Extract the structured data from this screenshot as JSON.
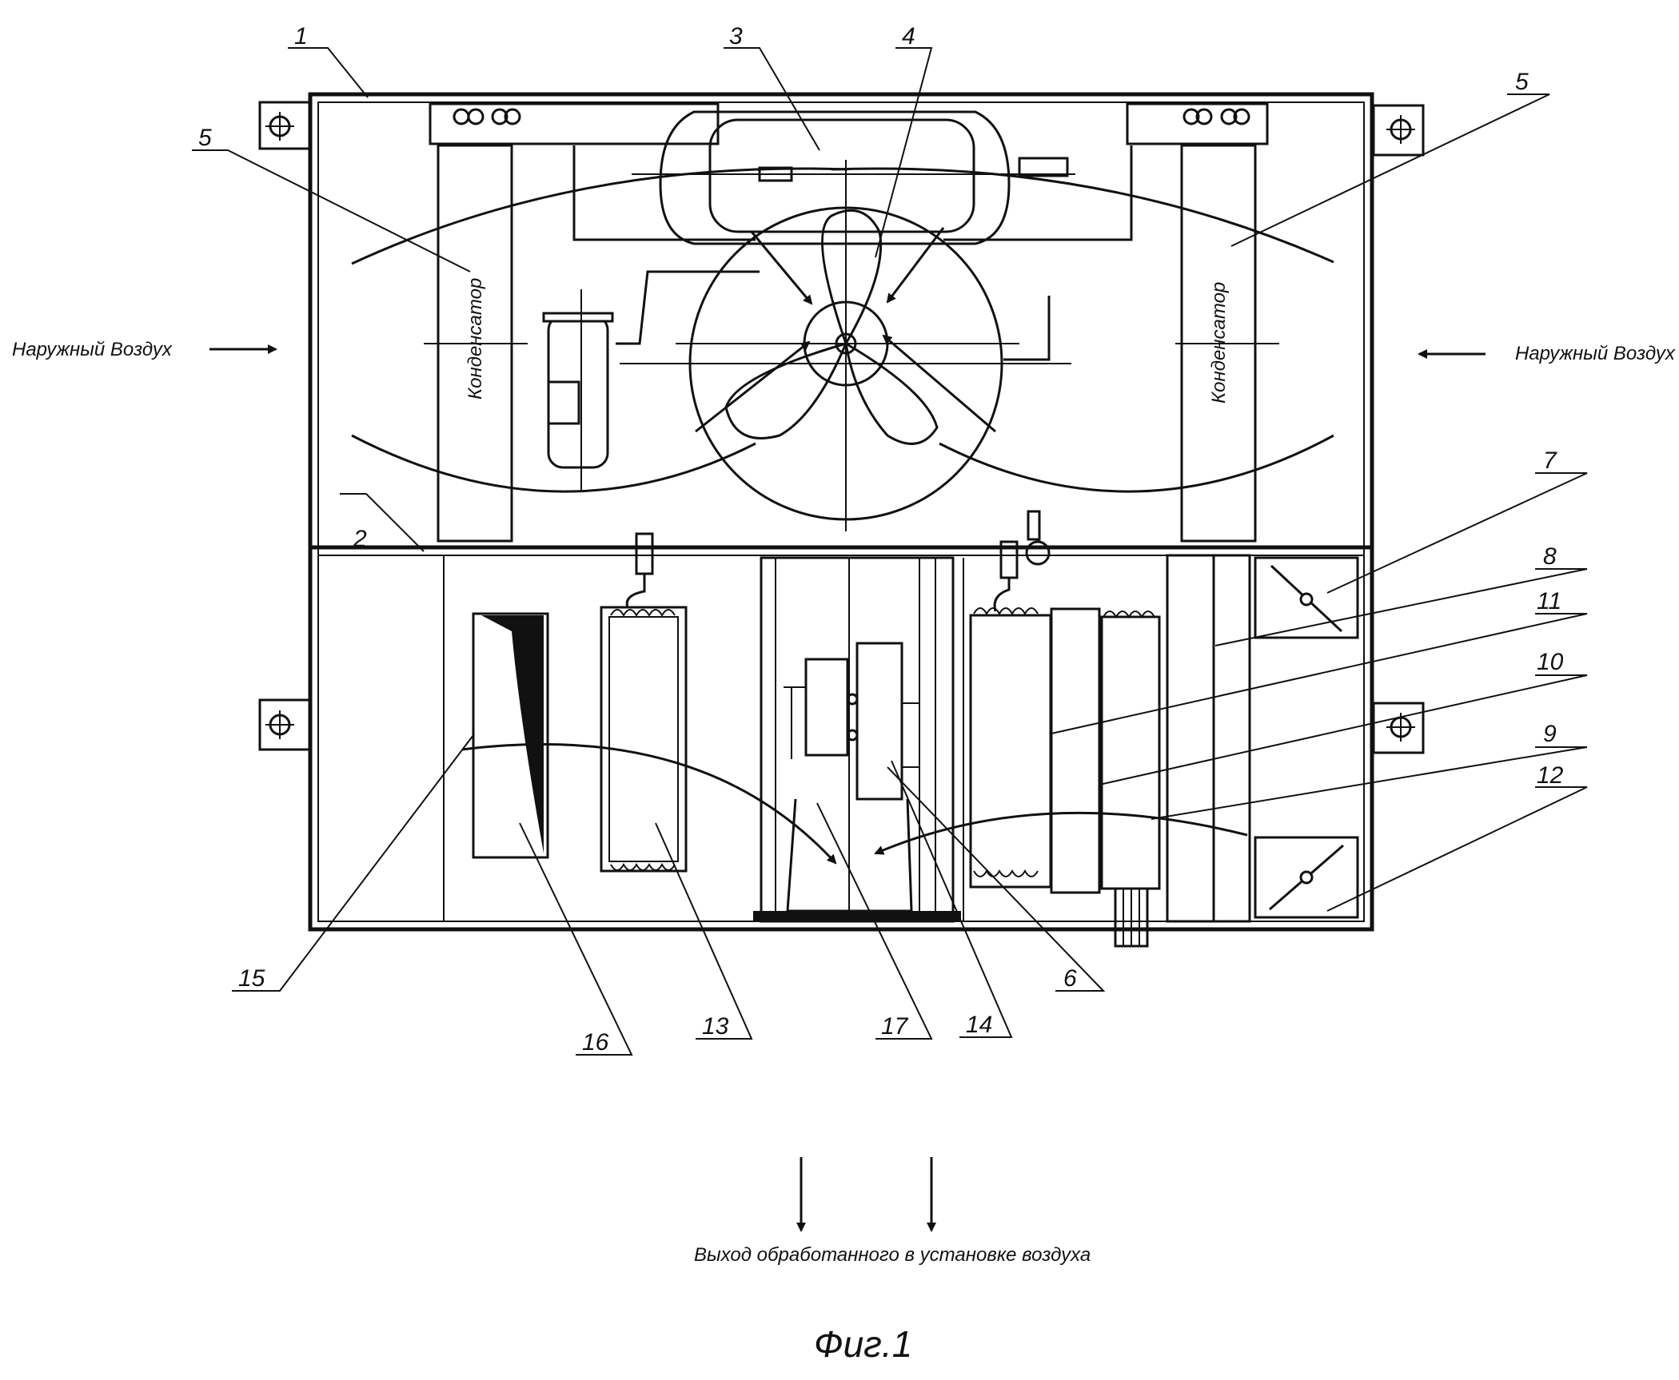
{
  "labels": {
    "outdoor_air_left": "Наружный Воздух",
    "outdoor_air_right": "Наружный Воздух",
    "condenser_left": "Конденсатор",
    "condenser_right": "Конденсатор",
    "outlet_caption": "Выход обработанного в установке воздуха",
    "figure_caption": "Фиг.1"
  },
  "callouts": [
    "1",
    "2",
    "3",
    "4",
    "5",
    "5",
    "6",
    "7",
    "8",
    "9",
    "10",
    "11",
    "12",
    "13",
    "14",
    "15",
    "16",
    "17"
  ]
}
